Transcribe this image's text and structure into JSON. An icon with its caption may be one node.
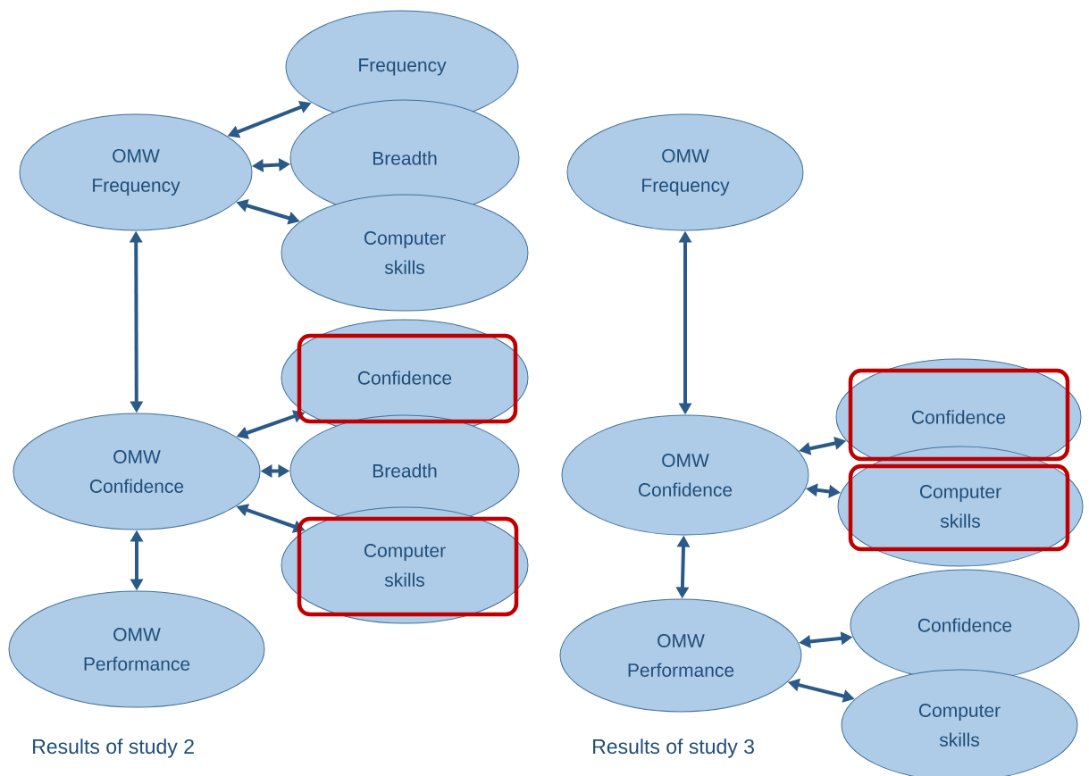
{
  "diagram": {
    "nodes": [
      {
        "text": [
          "Frequency"
        ]
      },
      {
        "text": [
          "OMW Frequency"
        ]
      },
      {
        "text": [
          "Breadth"
        ]
      },
      {
        "text": [
          "Computer skills"
        ]
      },
      {
        "text": [
          "Confidence"
        ]
      },
      {
        "text": [
          "OMW Confidence"
        ]
      },
      {
        "text": [
          "Breadth"
        ]
      },
      {
        "text": [
          "Computer skills"
        ]
      },
      {
        "text": [
          "OMW Performance"
        ]
      },
      {
        "text": [
          "OMW Frequency"
        ]
      },
      {
        "text": [
          "Confidence"
        ]
      },
      {
        "text": [
          "OMW Confidence"
        ]
      },
      {
        "text": [
          "Computer skills"
        ]
      },
      {
        "text": [
          "OMW Performance"
        ]
      },
      {
        "text": [
          "Confidence"
        ]
      },
      {
        "text": [
          "Computer skills"
        ]
      }
    ],
    "edges": [
      {
        "from": 1,
        "to": 0,
        "arrow": "both"
      },
      {
        "from": 1,
        "to": 2,
        "arrow": "both"
      },
      {
        "from": 1,
        "to": 3,
        "arrow": "both"
      },
      {
        "from": 1,
        "to": 5,
        "arrow": "both"
      },
      {
        "from": 5,
        "to": 4,
        "arrow": "both"
      },
      {
        "from": 5,
        "to": 6,
        "arrow": "both"
      },
      {
        "from": 5,
        "to": 7,
        "arrow": "both"
      },
      {
        "from": 5,
        "to": 8,
        "arrow": "both"
      },
      {
        "from": 9,
        "to": 11,
        "arrow": "both"
      },
      {
        "from": 11,
        "to": 10,
        "arrow": "both"
      },
      {
        "from": 11,
        "to": 12,
        "arrow": "both"
      },
      {
        "from": 11,
        "to": 13,
        "arrow": "both"
      },
      {
        "from": 13,
        "to": 14,
        "arrow": "both"
      },
      {
        "from": 13,
        "to": 15,
        "arrow": "both"
      }
    ],
    "labels": [
      "Results of study 2",
      "Results of study 3"
    ]
  }
}
